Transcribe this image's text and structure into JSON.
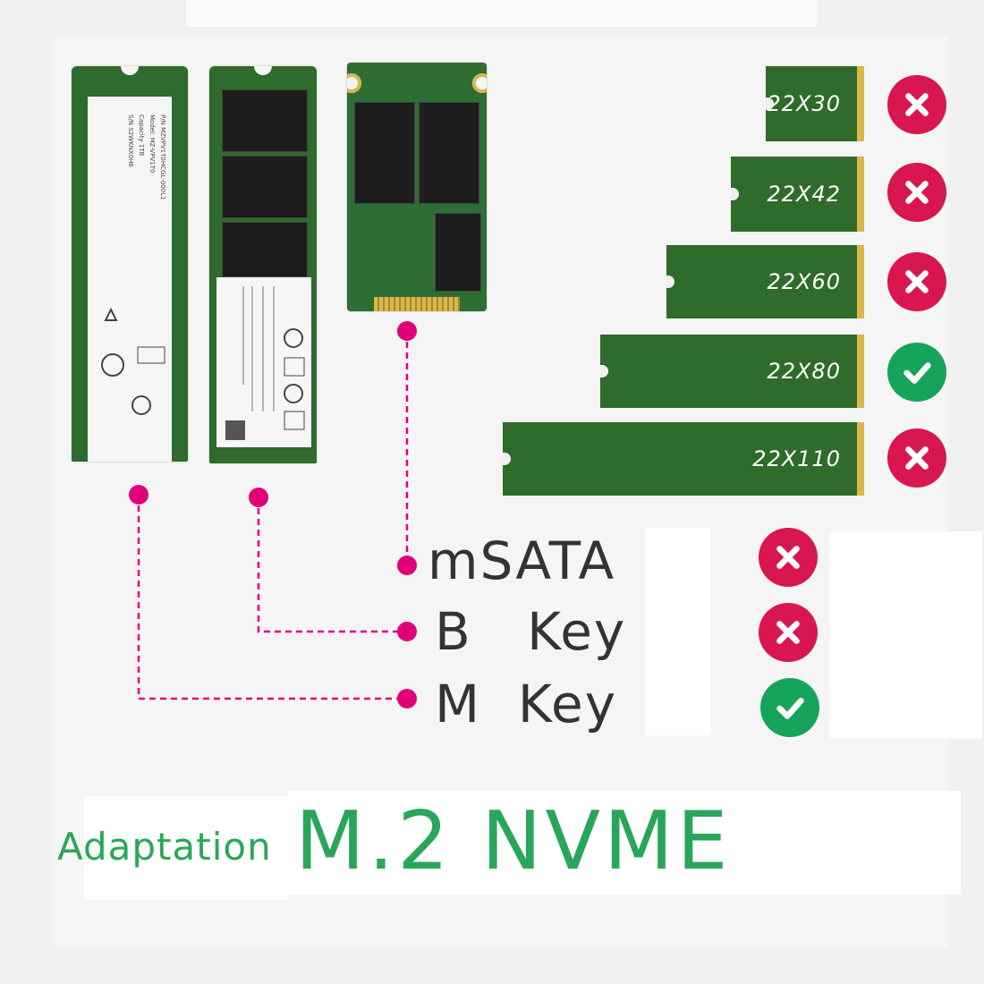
{
  "colors": {
    "pcb_green": "#2f6b2a",
    "gold": "#d9b74d",
    "accent_pink": "#e0007a",
    "cross_red": "#d8164f",
    "check_green": "#16a45a",
    "title_green": "#2aa65a"
  },
  "sizes": [
    {
      "label": "22X30",
      "status": "no",
      "icon": "cross-icon"
    },
    {
      "label": "22X42",
      "status": "no",
      "icon": "cross-icon"
    },
    {
      "label": "22X60",
      "status": "no",
      "icon": "cross-icon"
    },
    {
      "label": "22X80",
      "status": "yes",
      "icon": "check-icon"
    },
    {
      "label": "22X110",
      "status": "no",
      "icon": "cross-icon"
    }
  ],
  "keys": [
    {
      "label": "mSATA",
      "status": "no",
      "icon": "cross-icon"
    },
    {
      "label": "B   Key",
      "status": "no",
      "icon": "cross-icon"
    },
    {
      "label": "M  Key",
      "status": "yes",
      "icon": "check-icon"
    }
  ],
  "title": {
    "small": "Adaptation",
    "large": "M.2 NVME"
  }
}
